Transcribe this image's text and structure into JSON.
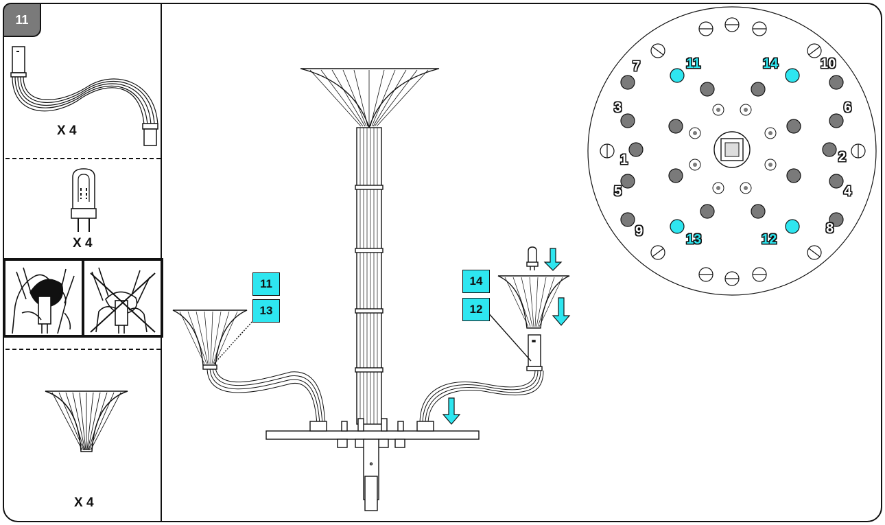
{
  "step": {
    "number": "11"
  },
  "parts": {
    "arm_qty": "X 4",
    "bulb_qty": "X 4",
    "cup_qty": "X 4"
  },
  "callouts": {
    "left_upper": "11",
    "left_lower": "13",
    "right_upper": "14",
    "right_lower": "12"
  },
  "disc_labels": {
    "l1": "1",
    "l2": "2",
    "l3": "3",
    "l4": "4",
    "l5": "5",
    "l6": "6",
    "l7": "7",
    "l8": "8",
    "l9": "9",
    "l10": "10",
    "l11": "11",
    "l12": "12",
    "l13": "13",
    "l14": "14"
  },
  "colors": {
    "highlight": "#2ee6f0",
    "socket_grey": "#7a7a7a",
    "outline": "#111111"
  },
  "icons": [
    "bulb-glove-ok-icon",
    "bulb-bare-hand-forbidden-icon",
    "down-arrow-icon"
  ]
}
